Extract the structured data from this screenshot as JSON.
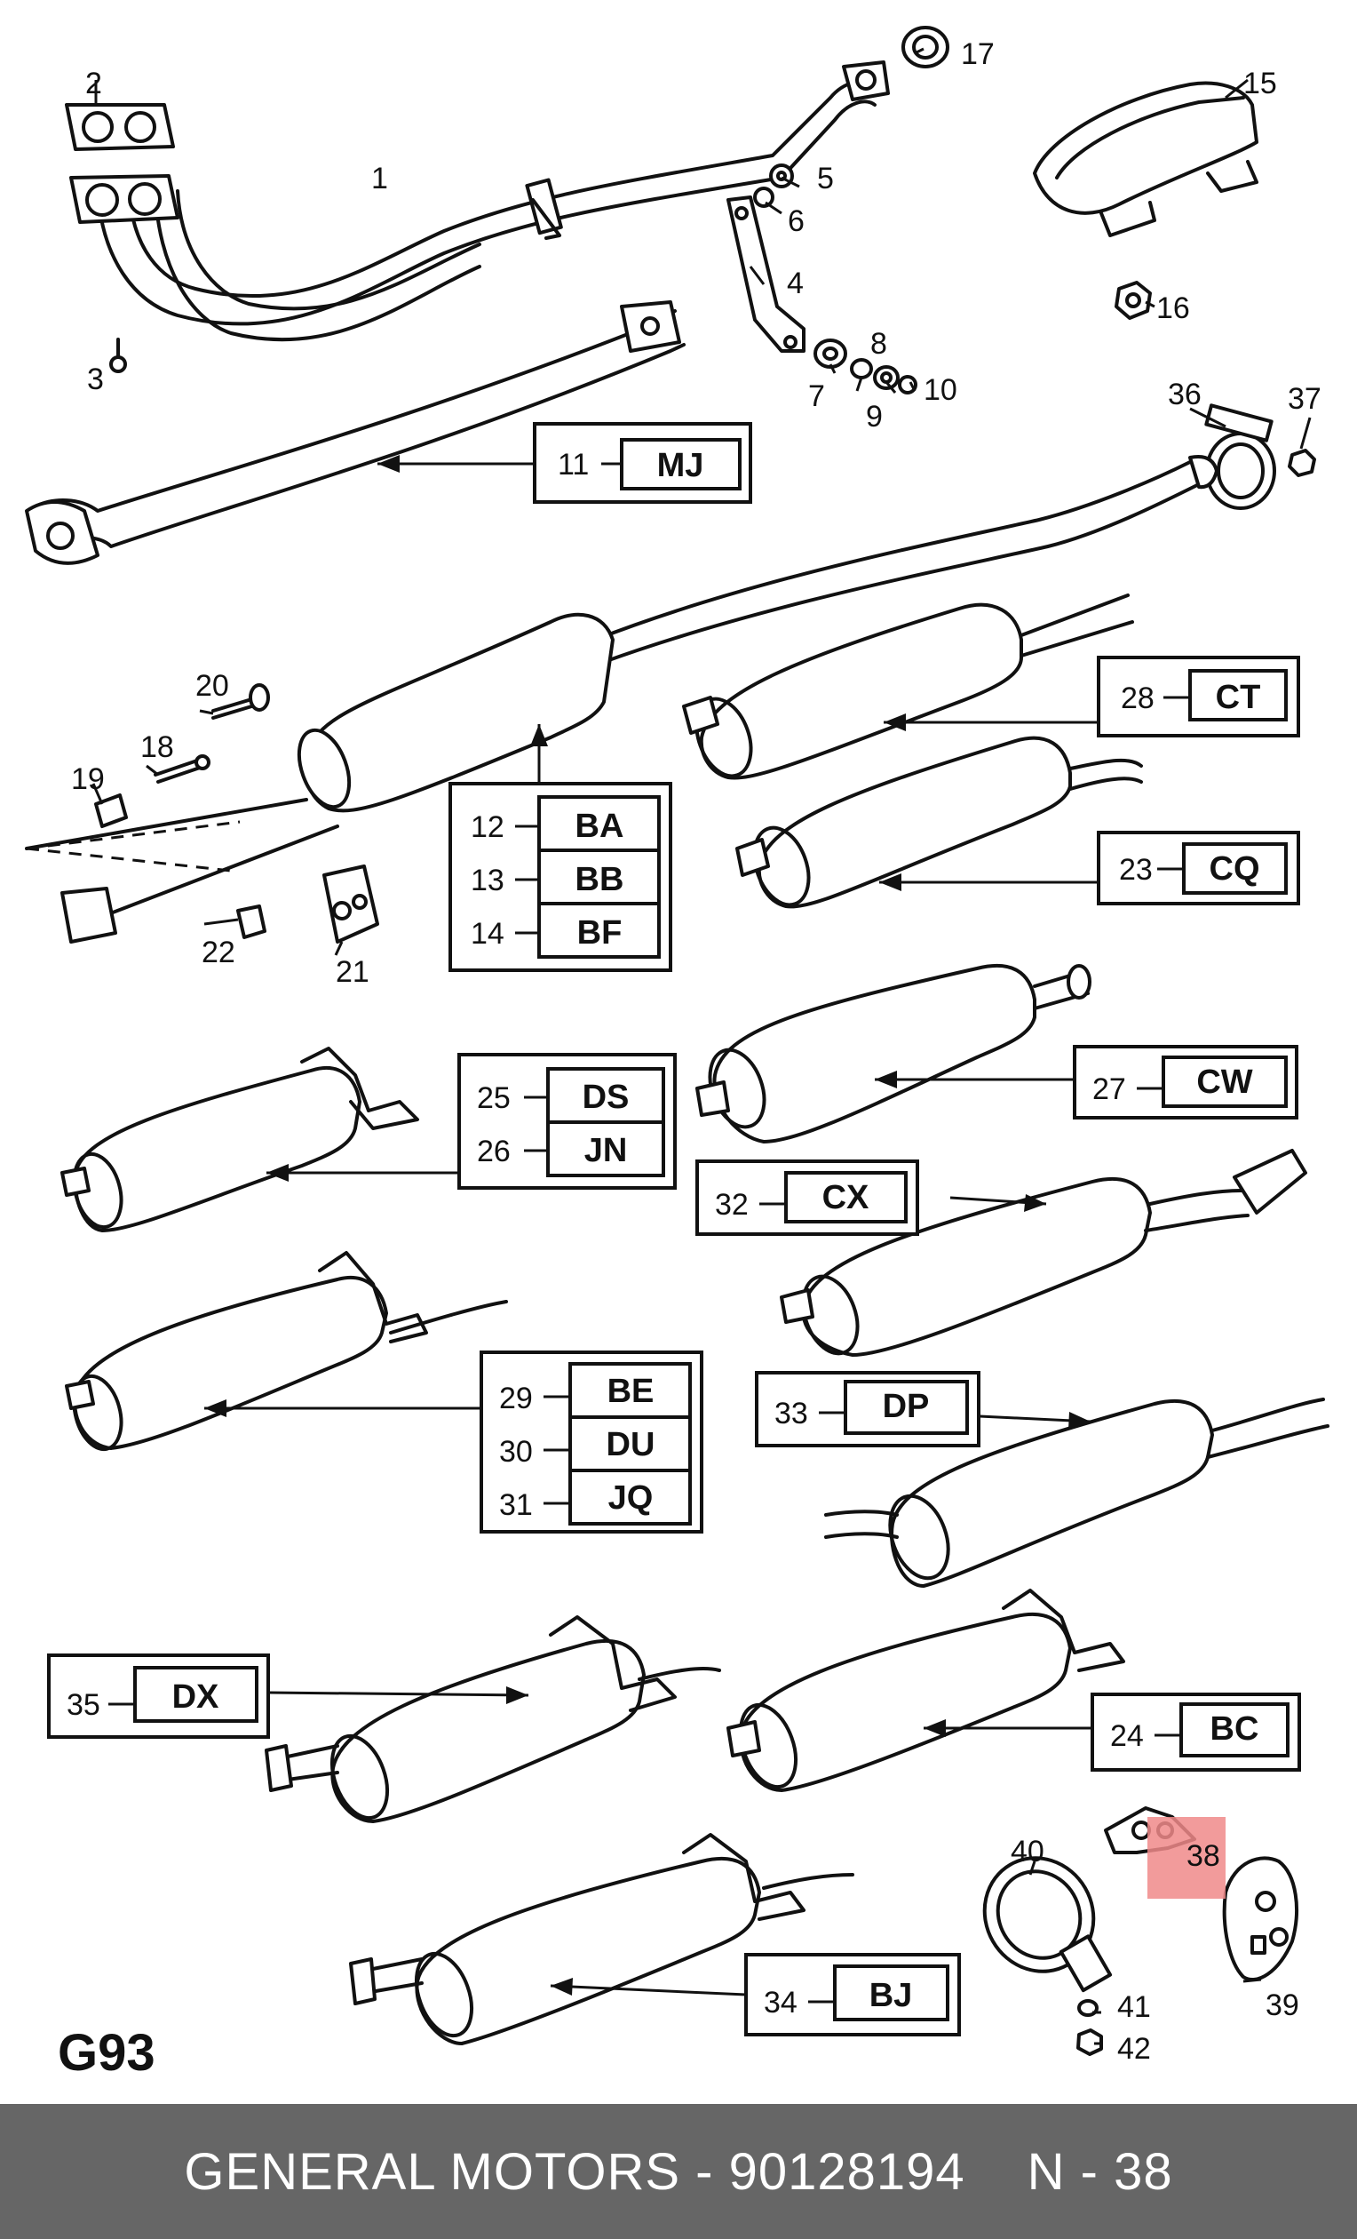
{
  "diagram_id": "G93",
  "highlight": {
    "label": "38",
    "color": "#f08a8a"
  },
  "callouts": {
    "c1": "1",
    "c2": "2",
    "c3": "3",
    "c4": "4",
    "c5": "5",
    "c6": "6",
    "c7": "7",
    "c8": "8",
    "c9": "9",
    "c10": "10",
    "c15": "15",
    "c16": "16",
    "c17": "17",
    "c18": "18",
    "c19": "19",
    "c20": "20",
    "c21": "21",
    "c22": "22",
    "c36": "36",
    "c37": "37",
    "c39": "39",
    "c40": "40",
    "c41": "41",
    "c42": "42"
  },
  "variant_boxes": {
    "b11": {
      "num": "11",
      "code": "MJ"
    },
    "b12": {
      "num": "12",
      "code": "BA"
    },
    "b13": {
      "num": "13",
      "code": "BB"
    },
    "b14": {
      "num": "14",
      "code": "BF"
    },
    "b28": {
      "num": "28",
      "code": "CT"
    },
    "b23": {
      "num": "23",
      "code": "CQ"
    },
    "b25": {
      "num": "25",
      "code": "DS"
    },
    "b26": {
      "num": "26",
      "code": "JN"
    },
    "b27": {
      "num": "27",
      "code": "CW"
    },
    "b32": {
      "num": "32",
      "code": "CX"
    },
    "b29": {
      "num": "29",
      "code": "BE"
    },
    "b30": {
      "num": "30",
      "code": "DU"
    },
    "b31": {
      "num": "31",
      "code": "JQ"
    },
    "b33": {
      "num": "33",
      "code": "DP"
    },
    "b35": {
      "num": "35",
      "code": "DX"
    },
    "b24": {
      "num": "24",
      "code": "BC"
    },
    "b34": {
      "num": "34",
      "code": "BJ"
    }
  },
  "footer": {
    "brand_part": "GENERAL MOTORS - 90128194",
    "position": "N - 38"
  }
}
